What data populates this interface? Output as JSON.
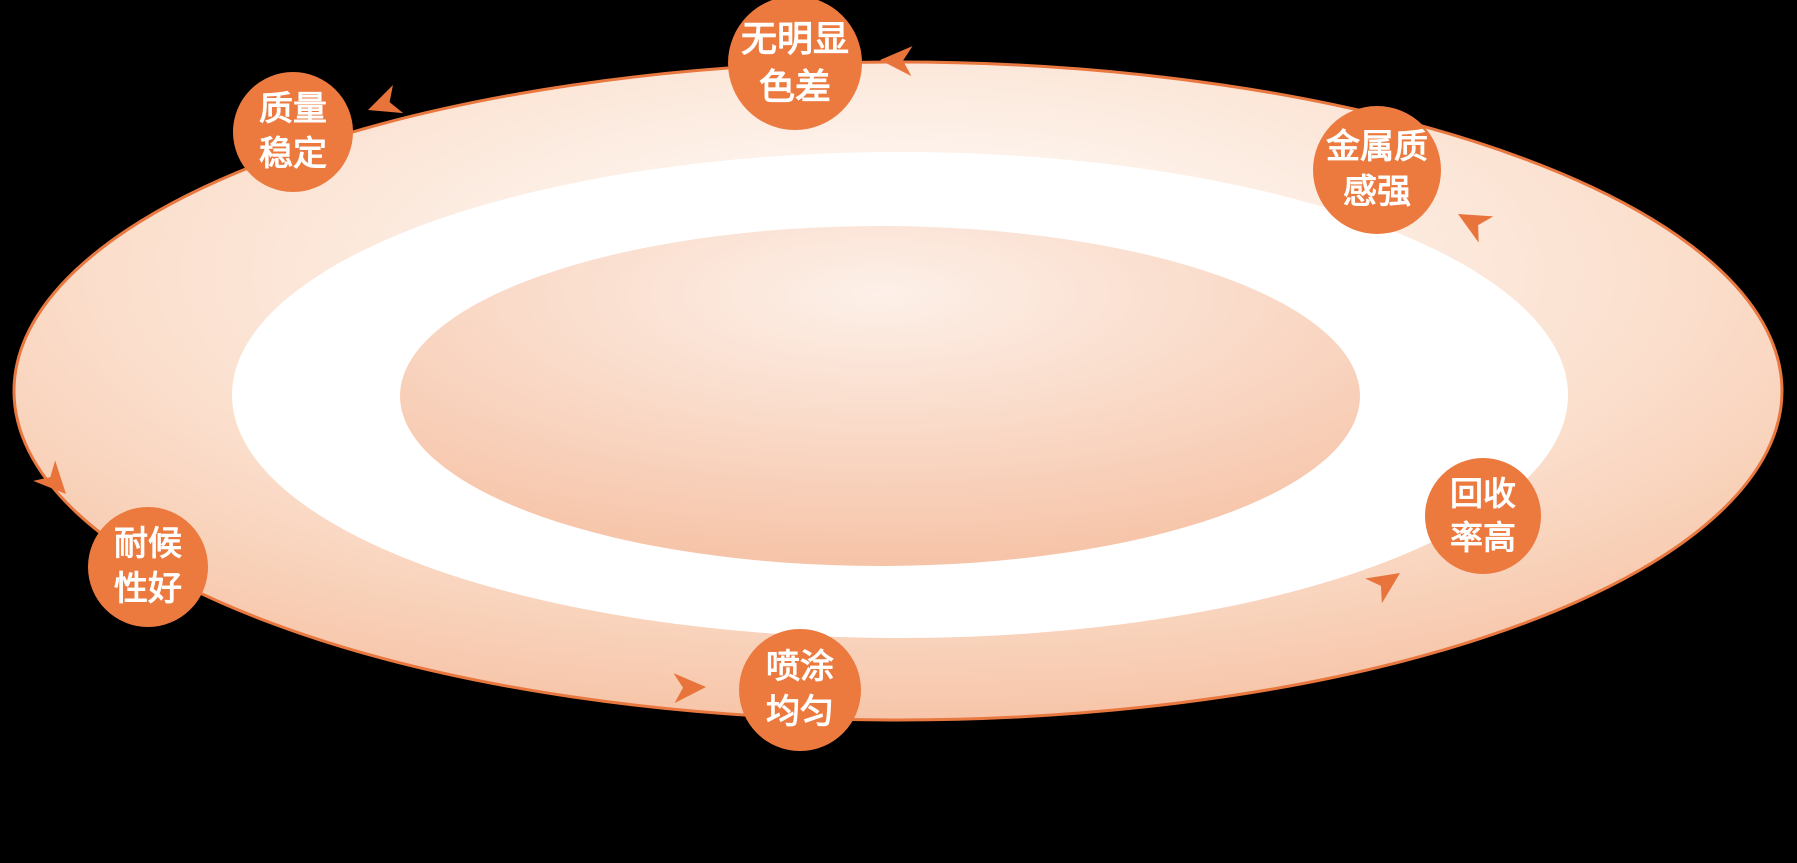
{
  "diagram": {
    "type": "cycle",
    "direction": "counterclockwise",
    "arrow_count": 6,
    "colors": {
      "background": "#000000",
      "node-fill": "#EC7A3F",
      "node-text": "#FFFFFF",
      "outline": "#E8783F",
      "arrow-fill": "#E8743B",
      "grad-light": "#FFFFFF",
      "grad-mid": "#FBE0CE",
      "grad-deep": "#F5BB9B",
      "grad-inner-light": "#FDF0E8",
      "ring-white": "#FFFFFF"
    },
    "nodes": [
      {
        "id": "no-color-difference",
        "line1": "无明显",
        "line2": "色差"
      },
      {
        "id": "stable-quality",
        "line1": "质量",
        "line2": "稳定"
      },
      {
        "id": "weather-resistance",
        "line1": "耐候",
        "line2": "性好"
      },
      {
        "id": "even-spraying",
        "line1": "喷涂",
        "line2": "均匀"
      },
      {
        "id": "high-recycling-rate",
        "line1": "回收",
        "line2": "率高"
      },
      {
        "id": "metallic-texture",
        "line1": "金属质",
        "line2": "感强"
      }
    ]
  }
}
